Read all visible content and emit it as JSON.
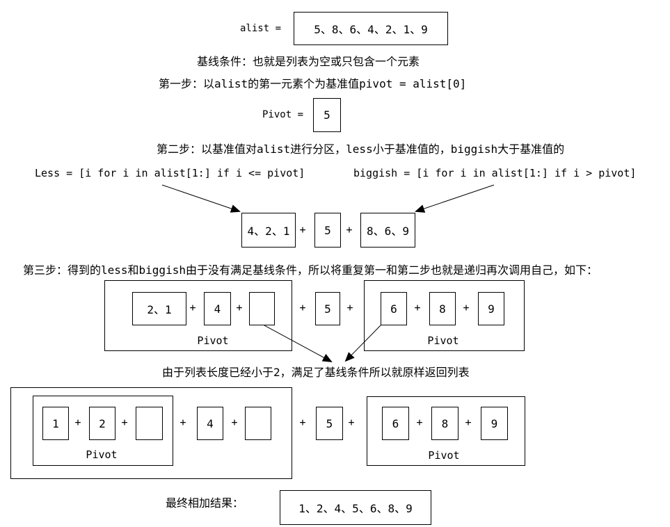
{
  "symbols": {
    "plus": "+"
  },
  "intro": {
    "alist_label": "alist =",
    "alist_values": "5、8、6、4、2、1、9"
  },
  "notes": {
    "base_condition": "基线条件：也就是列表为空或只包含一个元素",
    "step1": "第一步：以alist的第一元素个为基准值pivot = alist[0]",
    "step2": "第二步：以基准值对alist进行分区，less小于基准值的，biggish大于基准值的",
    "step3": "第三步：得到的less和biggish由于没有满足基线条件，所以将重复第一和第二步也就是递归再次调用自己，如下：",
    "base_case_return": "由于列表长度已经小于2，满足了基线条件所以就原样返回列表"
  },
  "pivot_row": {
    "label": "Pivot =",
    "value": "5"
  },
  "comprehensions": {
    "less": "Less = [i for i in alist[1:] if i <= pivot]",
    "biggish": "biggish = [i for i in alist[1:] if i > pivot]"
  },
  "partition1": {
    "less": "4、2、1",
    "pivot": "5",
    "biggish": "8、6、9"
  },
  "recursion": {
    "left_group": {
      "items": [
        "2、1",
        "4",
        ""
      ],
      "pivot_label": "Pivot"
    },
    "middle": "5",
    "right_group": {
      "items": [
        "6",
        "8",
        "9"
      ],
      "pivot_label": "Pivot"
    }
  },
  "returned": {
    "left_outer": {
      "inner_group": {
        "items": [
          "1",
          "2",
          ""
        ],
        "pivot_label": "Pivot"
      },
      "items": [
        "4",
        ""
      ]
    },
    "middle": "5",
    "right_group": {
      "items": [
        "6",
        "8",
        "9"
      ],
      "pivot_label": "Pivot"
    }
  },
  "result": {
    "label": "最终相加结果：",
    "value": "1、2、4、5、6、8、9"
  }
}
